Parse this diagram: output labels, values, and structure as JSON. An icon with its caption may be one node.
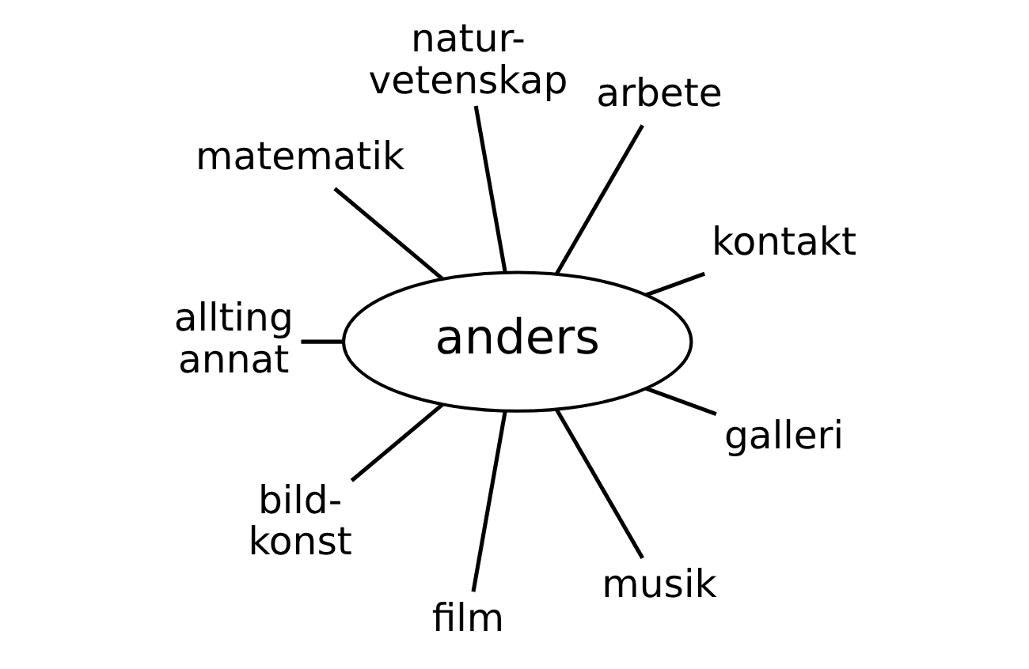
{
  "diagram": {
    "nodes": [
      {
        "text": [
          "anders"
        ]
      },
      {
        "text": [
          "natur- vetenskap"
        ]
      },
      {
        "text": [
          "arbete"
        ]
      },
      {
        "text": [
          "kontakt"
        ]
      },
      {
        "text": [
          "galleri"
        ]
      },
      {
        "text": [
          "musik"
        ]
      },
      {
        "text": [
          "film"
        ]
      },
      {
        "text": [
          "bild- konst"
        ]
      },
      {
        "text": [
          "allting annat"
        ]
      },
      {
        "text": [
          "matematik"
        ]
      }
    ],
    "edges": [
      {
        "from": 0,
        "to": 1,
        "arrow": "none"
      },
      {
        "from": 0,
        "to": 2,
        "arrow": "none"
      },
      {
        "from": 0,
        "to": 3,
        "arrow": "none"
      },
      {
        "from": 0,
        "to": 4,
        "arrow": "none"
      },
      {
        "from": 0,
        "to": 5,
        "arrow": "none"
      },
      {
        "from": 0,
        "to": 6,
        "arrow": "none"
      },
      {
        "from": 0,
        "to": 7,
        "arrow": "none"
      },
      {
        "from": 0,
        "to": 8,
        "arrow": "none"
      },
      {
        "from": 0,
        "to": 9,
        "arrow": "none"
      }
    ]
  }
}
